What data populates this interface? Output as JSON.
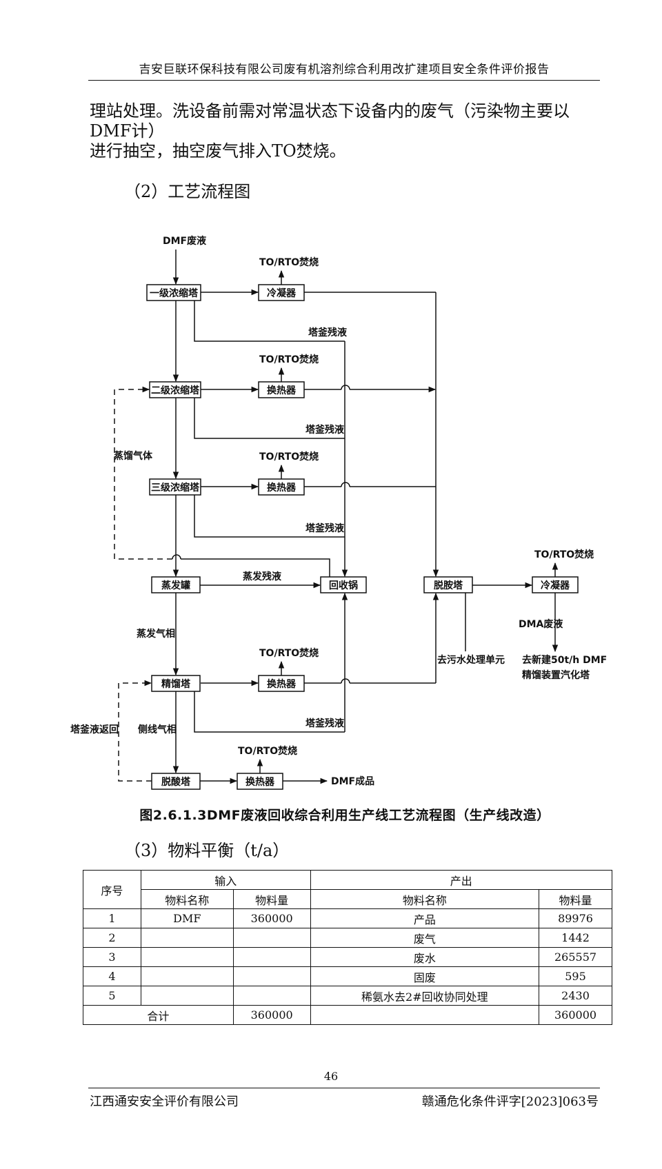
{
  "header": {
    "title": "吉安巨联环保科技有限公司废有机溶剂综合利用改扩建项目安全条件评价报告"
  },
  "body": {
    "line1": "理站处理。洗设备前需对常温状态下设备内的废气（污染物主要以DMF计）",
    "line2": "进行抽空，抽空废气排入TO焚烧。",
    "section2": "（2）工艺流程图",
    "section3": "（3）物料平衡（t/a）"
  },
  "flow": {
    "labels": {
      "dmf_waste": "DMF废液",
      "to_rto_1": "TO/RTO焚烧",
      "to_rto_2": "TO/RTO焚烧",
      "to_rto_3": "TO/RTO焚烧",
      "to_rto_4": "TO/RTO焚烧",
      "to_rto_5": "TO/RTO焚烧",
      "to_rto_6": "TO/RTO焚烧",
      "residue_1": "塔釜残液",
      "residue_2": "塔釜残液",
      "residue_3": "塔釜残液",
      "residue_4": "塔釜残液",
      "distill_gas": "蒸馏气体",
      "evap_residue": "蒸发残液",
      "evap_gas": "蒸发气相",
      "side_gas": "侧线气相",
      "reflux": "塔釜液返回",
      "dma_waste": "DMA废液",
      "to_wastewater": "去污水处理单元",
      "to_new_line1": "去新建50t/h DMF",
      "to_new_line2": "精馏装置汽化塔",
      "dmf_product": "DMF成品"
    },
    "boxes": {
      "conc1": "一级浓缩塔",
      "cond1": "冷凝器",
      "conc2": "二级浓缩塔",
      "hx2": "换热器",
      "conc3": "三级浓缩塔",
      "hx3": "换热器",
      "evap": "蒸发罐",
      "recov": "回收锅",
      "deamine": "脱胺塔",
      "cond2": "冷凝器",
      "rect": "精馏塔",
      "hx4": "换热器",
      "deacid": "脱酸塔",
      "hx5": "换热器"
    }
  },
  "caption": "图2.6.1.3DMF废液回收综合利用生产线工艺流程图（生产线改造）",
  "table": {
    "seq_header": "序号",
    "input_header": "输入",
    "output_header": "产出",
    "material_name": "物料名称",
    "amount": "物料量",
    "rows": [
      {
        "no": "1",
        "in_name": "DMF",
        "in_amt": "360000",
        "out_name": "产品",
        "out_amt": "89976"
      },
      {
        "no": "2",
        "in_name": "",
        "in_amt": "",
        "out_name": "废气",
        "out_amt": "1442"
      },
      {
        "no": "3",
        "in_name": "",
        "in_amt": "",
        "out_name": "废水",
        "out_amt": "265557"
      },
      {
        "no": "4",
        "in_name": "",
        "in_amt": "",
        "out_name": "固废",
        "out_amt": "595"
      },
      {
        "no": "5",
        "in_name": "",
        "in_amt": "",
        "out_name": "稀氨水去2#回收协同处理",
        "out_amt": "2430"
      }
    ],
    "total_label": "合计",
    "total_in": "360000",
    "total_out": "360000"
  },
  "footer": {
    "page_number": "46",
    "company": "江西通安安全评价有限公司",
    "doc_number": "赣通危化条件评字[2023]063号"
  }
}
